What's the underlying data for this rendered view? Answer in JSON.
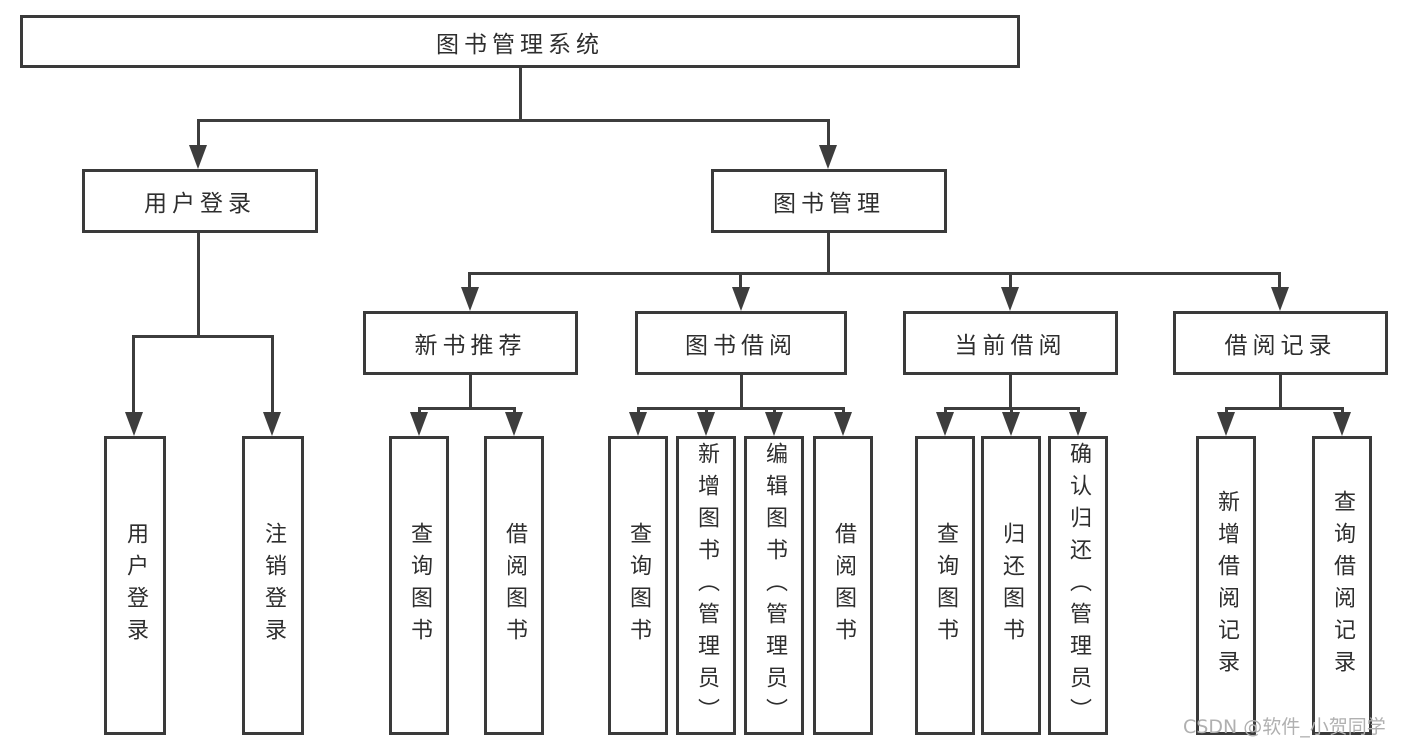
{
  "diagram": {
    "title": "图书管理系统",
    "root": {
      "label": "图书管理系统"
    },
    "branches": [
      {
        "label": "用户登录",
        "children": [
          {
            "label": "用户登录"
          },
          {
            "label": "注销登录"
          }
        ]
      },
      {
        "label": "图书管理",
        "children": [
          {
            "label": "新书推荐",
            "children": [
              {
                "label": "查询图书"
              },
              {
                "label": "借阅图书"
              }
            ]
          },
          {
            "label": "图书借阅",
            "children": [
              {
                "label": "查询图书"
              },
              {
                "label": "新增图书（管理员）"
              },
              {
                "label": "编辑图书（管理员）"
              },
              {
                "label": "借阅图书"
              }
            ]
          },
          {
            "label": "当前借阅",
            "children": [
              {
                "label": "查询图书"
              },
              {
                "label": "归还图书"
              },
              {
                "label": "确认归还（管理员）"
              }
            ]
          },
          {
            "label": "借阅记录",
            "children": [
              {
                "label": "新增借阅记录"
              },
              {
                "label": "查询借阅记录"
              }
            ]
          }
        ]
      }
    ]
  },
  "watermark": {
    "text": "CSDN @软件_小贺同学"
  },
  "colors": {
    "line": "#3d3d3d",
    "box_border": "#3a3a3a",
    "text": "#2e2e2e",
    "watermark": "#b0b0b0",
    "background": "#ffffff"
  }
}
